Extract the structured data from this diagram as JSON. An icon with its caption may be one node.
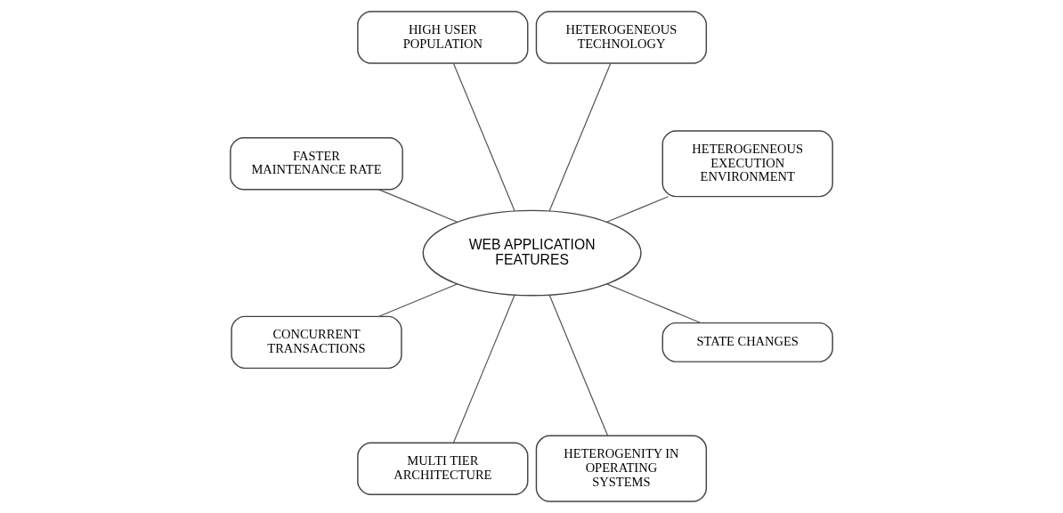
{
  "diagram": {
    "nodes": [
      {
        "text": [
          "HETEROGENEOUS EXECUTION ENVIRONMENT"
        ]
      },
      {
        "text": [
          "HETEROGENEOUS TECHNOLOGY"
        ]
      },
      {
        "text": [
          "HIGH USER POPULATION"
        ]
      },
      {
        "text": [
          "FASTER MAINTENANCE RATE"
        ]
      },
      {
        "text": [
          "WEB APPLICATION FEATURES"
        ]
      },
      {
        "text": [
          "CONCURRENT TRANSACTIONS"
        ]
      },
      {
        "text": [
          "MULTI TIER ARCHITECTURE"
        ]
      },
      {
        "text": [
          "HETEROGENITY IN OPERATING SYSTEMS"
        ]
      },
      {
        "text": [
          "STATE CHANGES"
        ]
      }
    ],
    "edges": [
      {
        "from": 4,
        "to": 0,
        "arrow": "none"
      },
      {
        "from": 4,
        "to": 1,
        "arrow": "none"
      },
      {
        "from": 4,
        "to": 2,
        "arrow": "none"
      },
      {
        "from": 4,
        "to": 3,
        "arrow": "none"
      },
      {
        "from": 4,
        "to": 5,
        "arrow": "none"
      },
      {
        "from": 4,
        "to": 6,
        "arrow": "none"
      },
      {
        "from": 4,
        "to": 7,
        "arrow": "none"
      },
      {
        "from": 4,
        "to": 8,
        "arrow": "none"
      }
    ]
  }
}
